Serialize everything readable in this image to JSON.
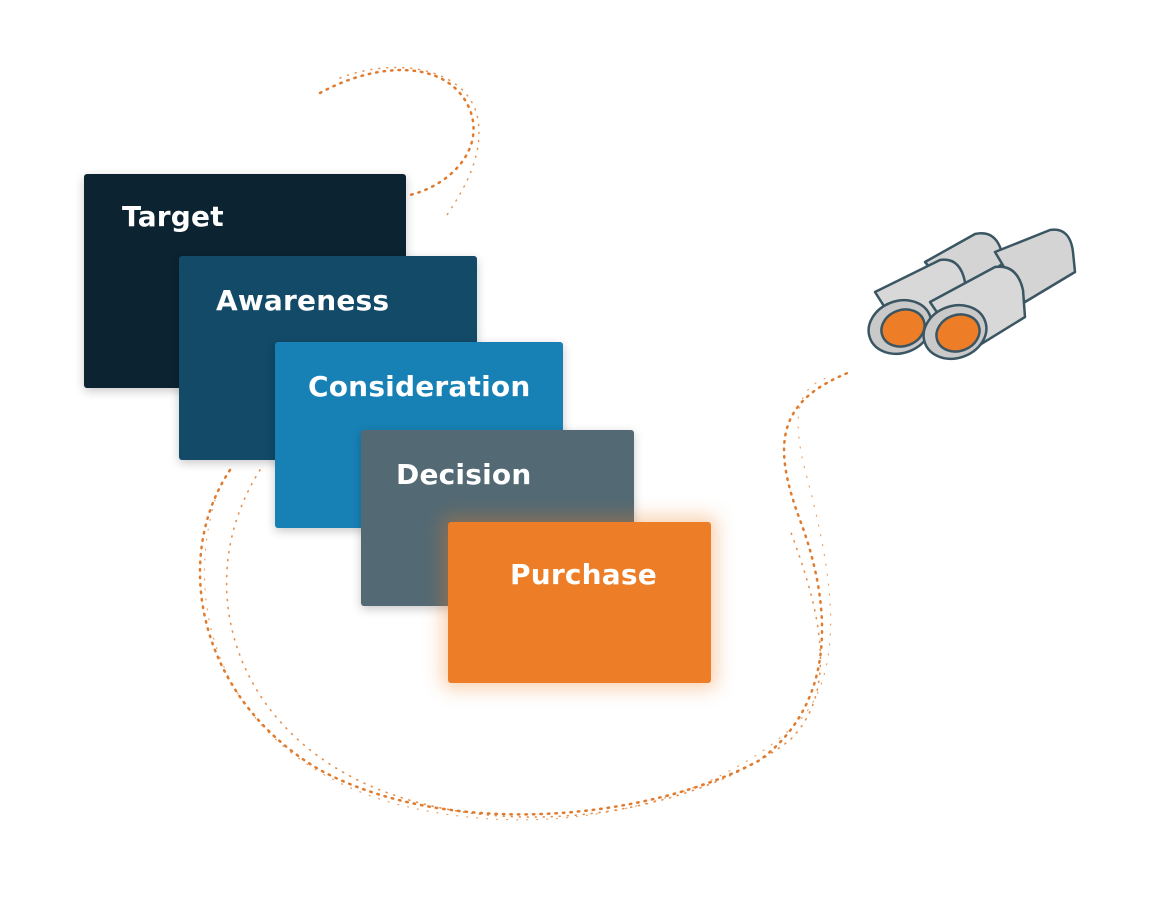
{
  "stages": [
    {
      "label": "Target",
      "color": "#0c2431"
    },
    {
      "label": "Awareness",
      "color": "#124a68"
    },
    {
      "label": "Consideration",
      "color": "#1781b5"
    },
    {
      "label": "Decision",
      "color": "#536a74"
    },
    {
      "label": "Purchase",
      "color": "#ed7d26"
    }
  ],
  "colors": {
    "accent": "#ed7d26",
    "binocular_body": "#d4d4d4",
    "binocular_outline": "#3b5663"
  },
  "icons": [
    "binoculars-icon"
  ]
}
